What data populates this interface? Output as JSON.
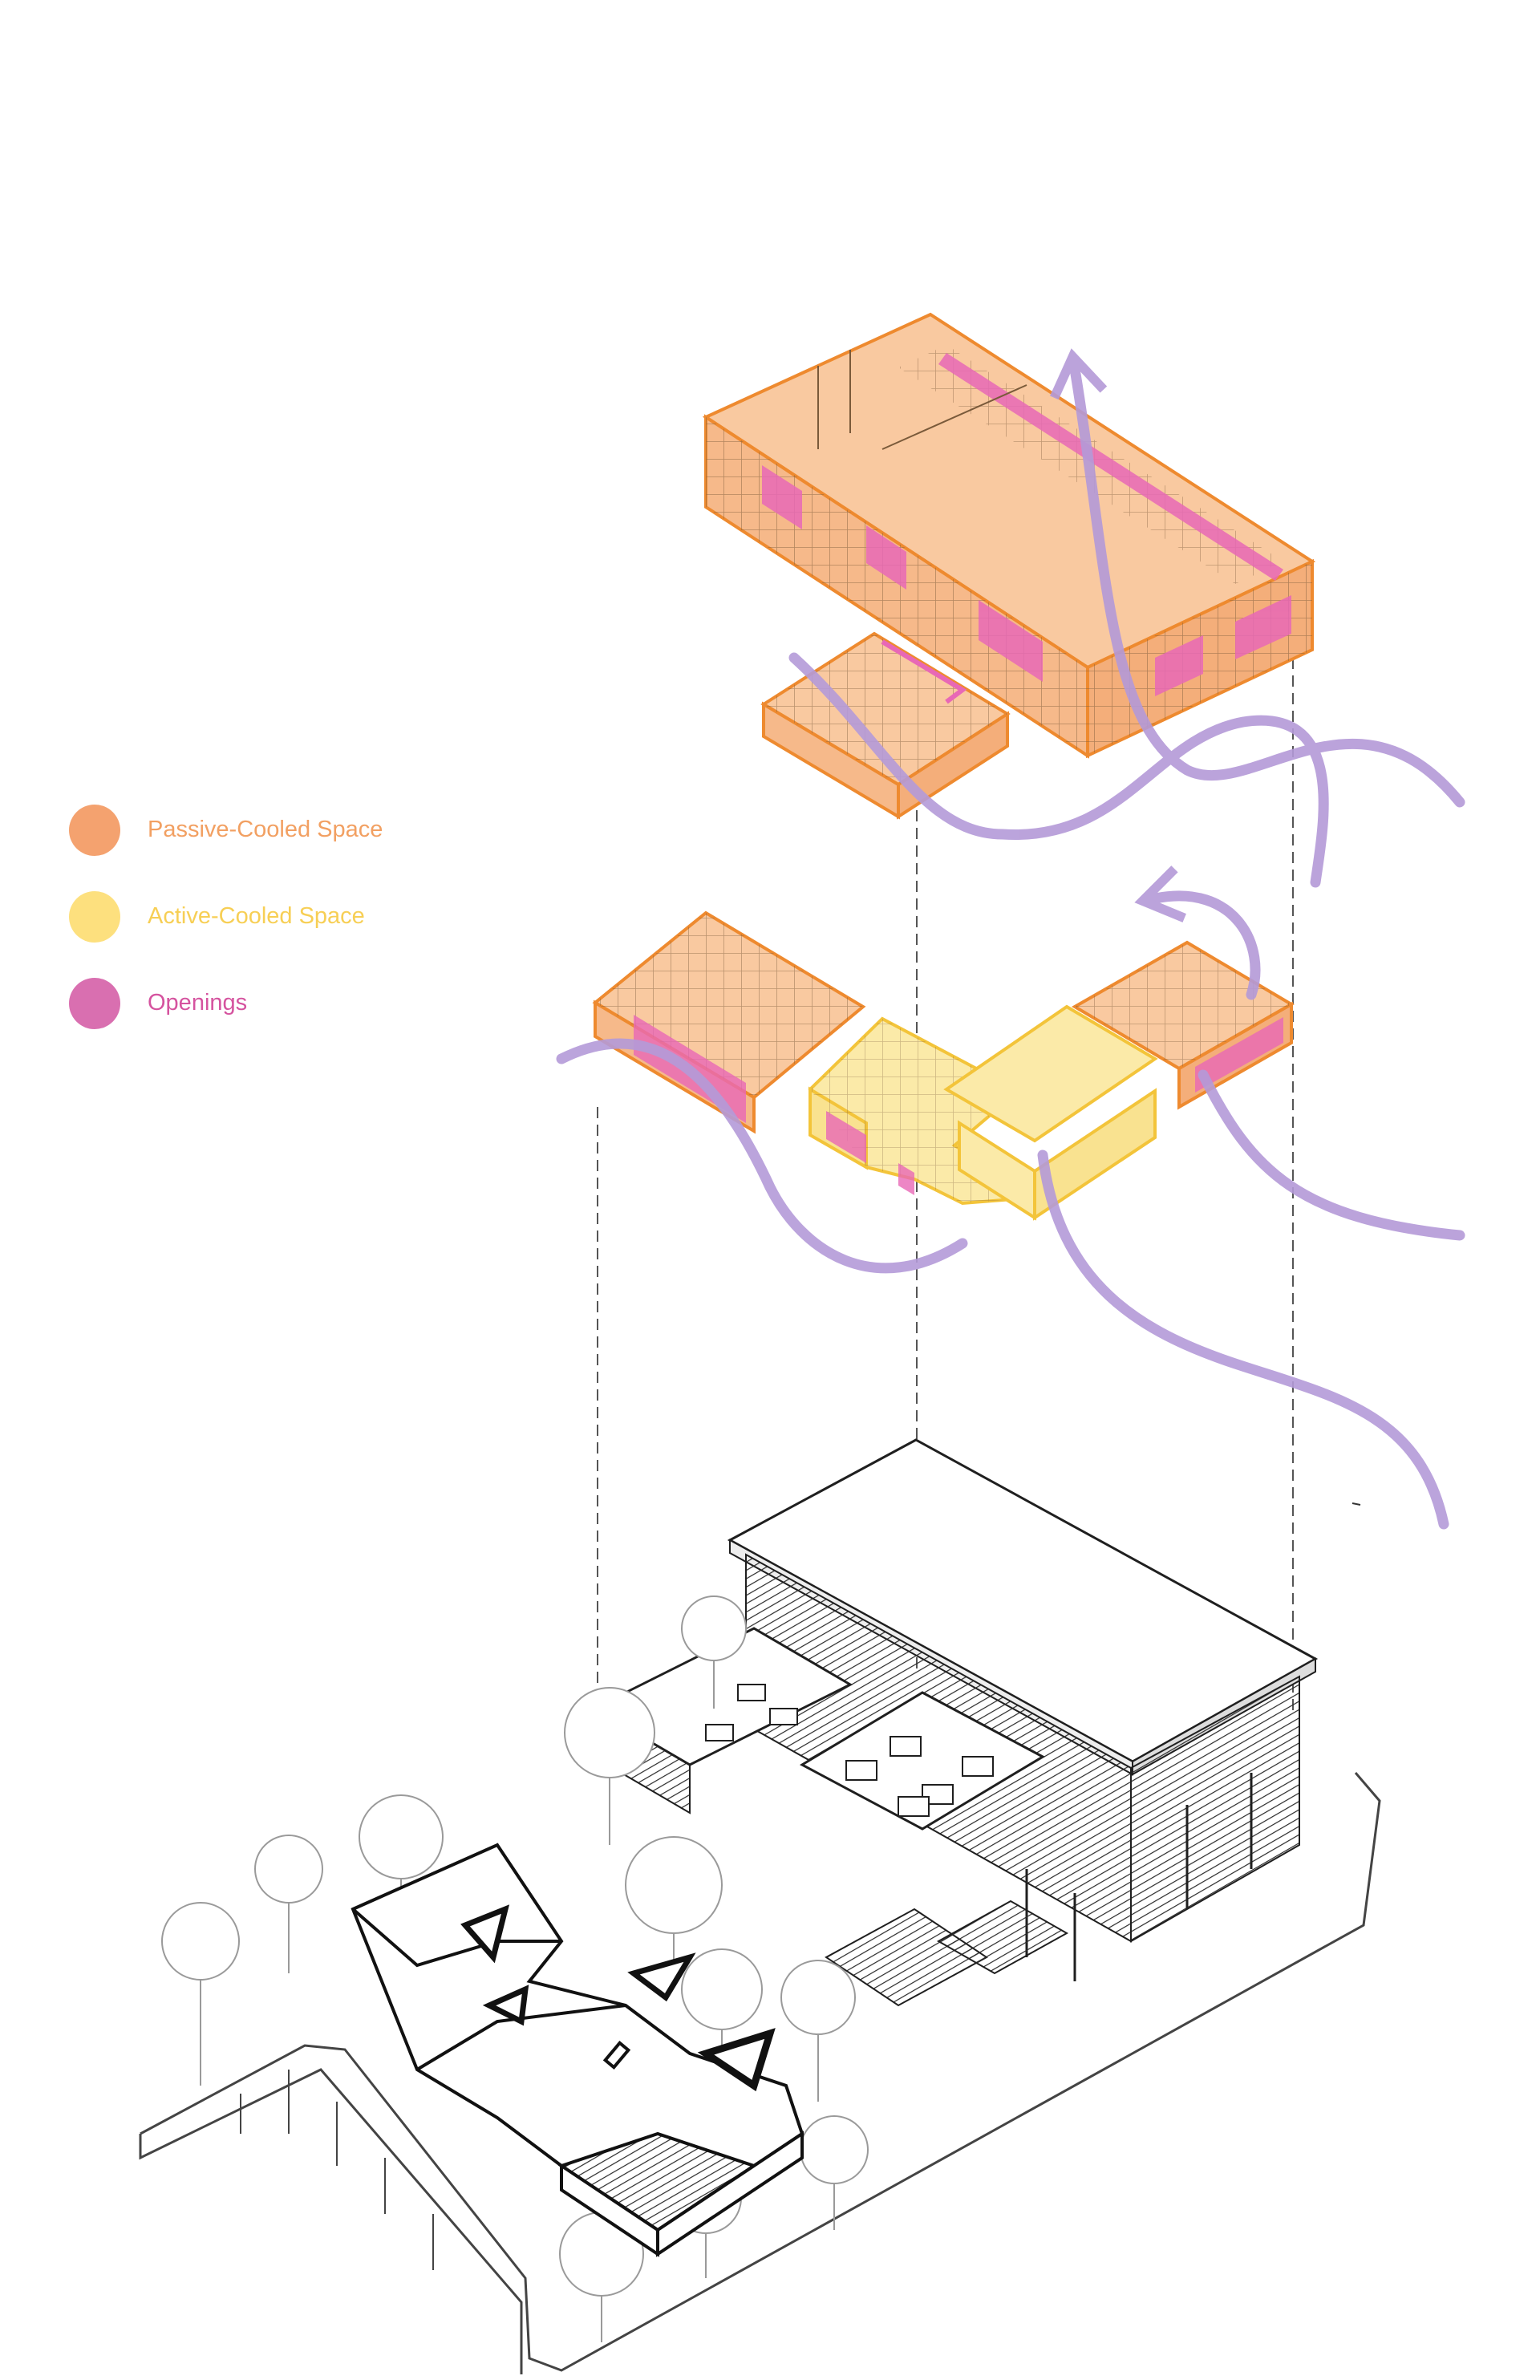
{
  "legend": {
    "items": [
      {
        "key": "passive",
        "label": "Passive-Cooled Space",
        "color": "#f4a26f",
        "text_color": "#f2a062"
      },
      {
        "key": "active",
        "label": "Active-Cooled Space",
        "color": "#fde07e",
        "text_color": "#f7cf55"
      },
      {
        "key": "openings",
        "label": "Openings",
        "color": "#d96fb0",
        "text_color": "#d5539f"
      }
    ]
  },
  "colors": {
    "passive_fill": "#f9c9a0",
    "passive_stroke": "#ee8a2f",
    "active_fill": "#fbeaa8",
    "active_stroke": "#f3c43a",
    "openings": "#e868b6",
    "airflow": "#b49ad8",
    "linework": "#222222",
    "trees": "#9a9a9a",
    "background": "#ffffff"
  }
}
